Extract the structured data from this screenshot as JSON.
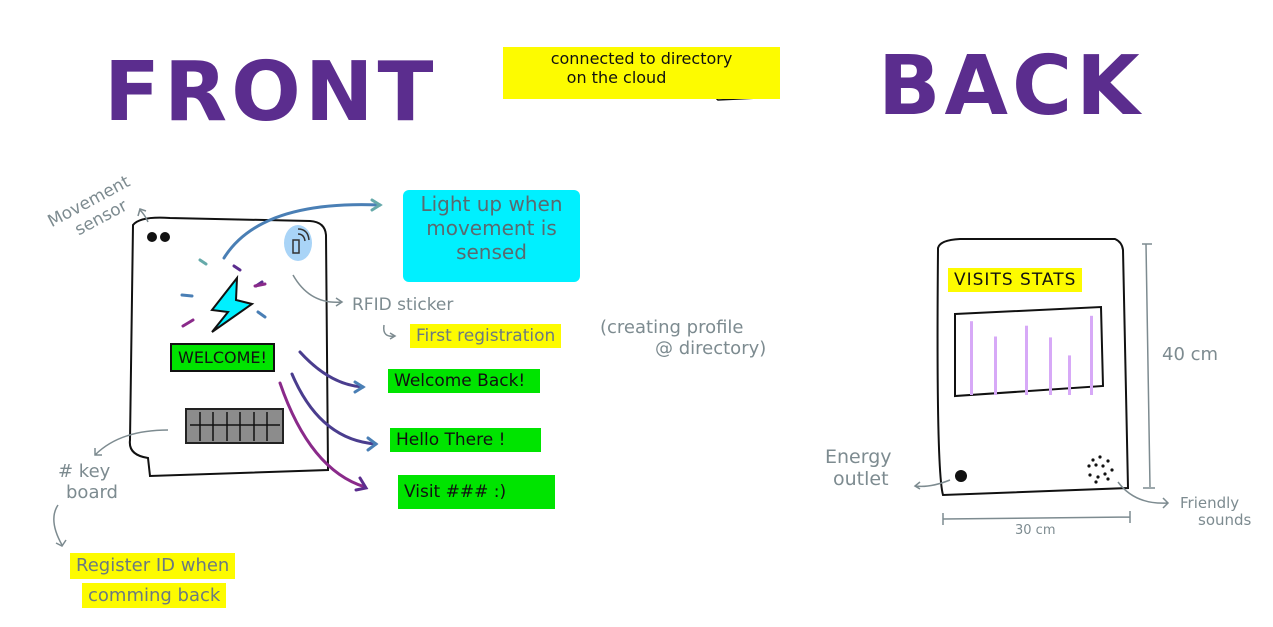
{
  "titles": {
    "front": "FRONT",
    "back": "BACK"
  },
  "cloud_note": {
    "line1": "connected to directory",
    "line2": "on the cloud",
    "icon": "cloud-icon"
  },
  "front": {
    "movement_sensor": {
      "line1": "Movement",
      "line2": "sensor"
    },
    "welcome_screen": "WELCOME!",
    "light_note": {
      "line1": "Light up when",
      "line2": "movement is",
      "line3": "sensed"
    },
    "rfid_label": "RFID sticker",
    "first_registration": "First registration",
    "creating_profile": {
      "line1": "(creating profile",
      "line2": "@ directory)"
    },
    "messages": [
      "Welcome Back!",
      "Hello There !",
      "Visit ### :)"
    ],
    "keyboard_label": {
      "line1": "# key",
      "line2": "board"
    },
    "register_note": {
      "line1": "Register ID when",
      "line2": "comming back"
    }
  },
  "back": {
    "stats_title": "VISITS STATS",
    "stats_bars": [
      0.82,
      0.65,
      0.77,
      0.64,
      0.44,
      0.88
    ],
    "height_label": "40 cm",
    "width_label": "30 cm",
    "energy_outlet": {
      "line1": "Energy",
      "line2": "outlet"
    },
    "friendly_sounds": {
      "line1": "Friendly",
      "line2": "sounds"
    }
  },
  "colors": {
    "purple": "#5b2d8e",
    "green": "#00e400",
    "yellow": "#fdfb00",
    "cyan": "#00f0ff",
    "bar": "#d7a9f7",
    "gray": "#7d8b90"
  }
}
